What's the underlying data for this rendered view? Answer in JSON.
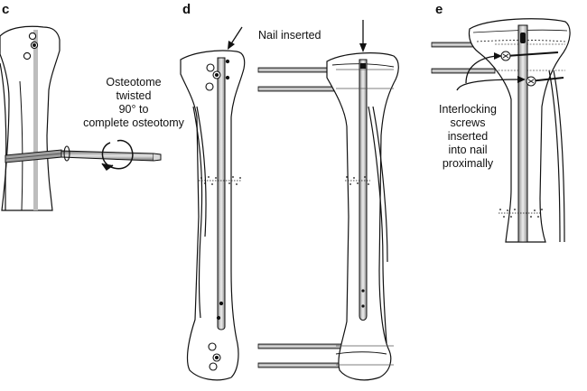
{
  "figure": {
    "panels": [
      {
        "id": "c",
        "label": "c"
      },
      {
        "id": "d",
        "label": "d"
      },
      {
        "id": "e",
        "label": "e"
      }
    ],
    "annotations": {
      "osteotome": [
        "Osteotome",
        "twisted",
        "90° to",
        "complete osteotomy"
      ],
      "nail_inserted": "Nail inserted",
      "interlocking": [
        "Interlocking",
        "screws",
        "inserted",
        "into nail",
        "proximally"
      ]
    },
    "colors": {
      "line": "#111111",
      "nail": "#bdbdbd",
      "bone_fill": "#ffffff",
      "pin": "#9a9a9a"
    }
  }
}
